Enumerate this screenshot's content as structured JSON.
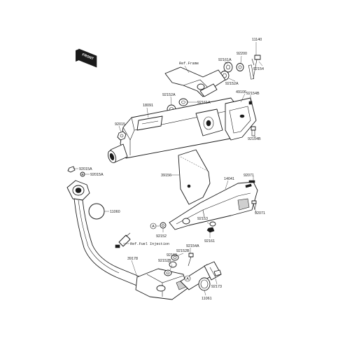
{
  "front_marker": "FRONT",
  "refs": {
    "frame": "Ref.Frame",
    "fuel_injection": "Ref.Fuel Injection"
  },
  "callout_letter": "A",
  "labels": {
    "p11140": "11140",
    "p92200": "92200",
    "p92161a": "92161A",
    "p92154": "92154",
    "p92152a": "92152A",
    "p92152a_b": "92152A",
    "p92161a_b": "92161A",
    "p49106": "49106",
    "p92154b": "92154B",
    "p92154b_b": "92154B",
    "p18091": "18091",
    "p92015": "92015",
    "p39156": "39156",
    "p14041": "14041",
    "p92071": "92071",
    "p92071_b": "92071",
    "p92015a": "92015A",
    "p92015a_b": "92015A",
    "p11060": "11060",
    "p92153": "92153",
    "p92152": "92152",
    "p92161": "92161",
    "p92154a": "92154A",
    "p92152b": "92152B",
    "p92152b_b": "92152B",
    "p92160": "92160",
    "p39178": "39178",
    "p92173": "92173",
    "p11061": "11061"
  }
}
